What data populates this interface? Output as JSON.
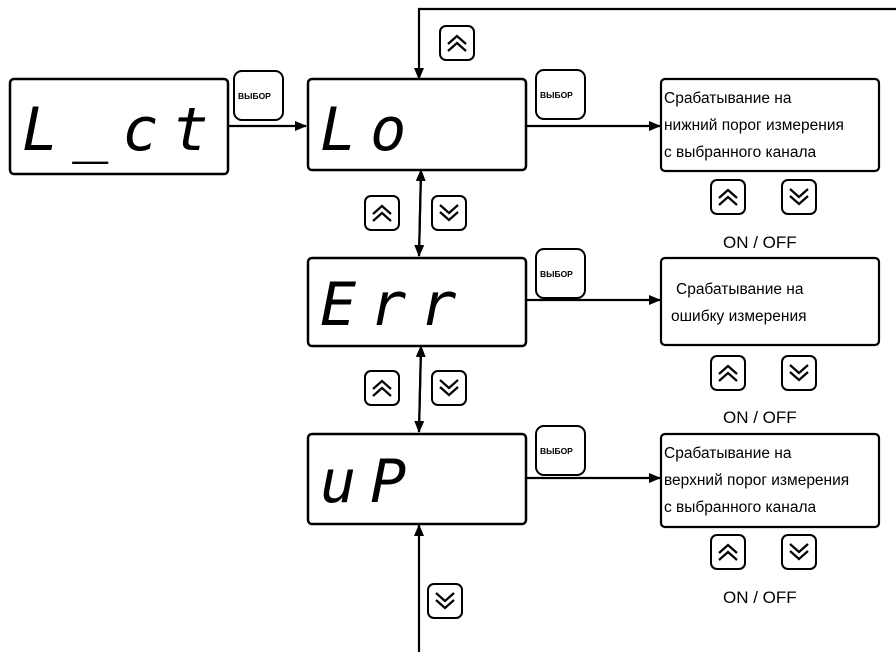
{
  "displays": {
    "l_ct": "L_ct",
    "lo": "Lo",
    "err": "Err",
    "up": "uP"
  },
  "select_key_label": "ВЫБОР",
  "descriptions": {
    "lo": [
      "Срабатывание на",
      "нижний порог измерения",
      "с выбранного канала"
    ],
    "err": [
      "Срабатывание на",
      "ошибку измерения"
    ],
    "up": [
      "Срабатывание на",
      "верхний порог измерения",
      "с выбранного канала"
    ]
  },
  "on_off_label": "ON / OFF",
  "icons": {
    "up": "double-chevron-up-icon",
    "down": "double-chevron-down-icon"
  },
  "colors": {
    "line": "#000000",
    "background": "#ffffff"
  }
}
